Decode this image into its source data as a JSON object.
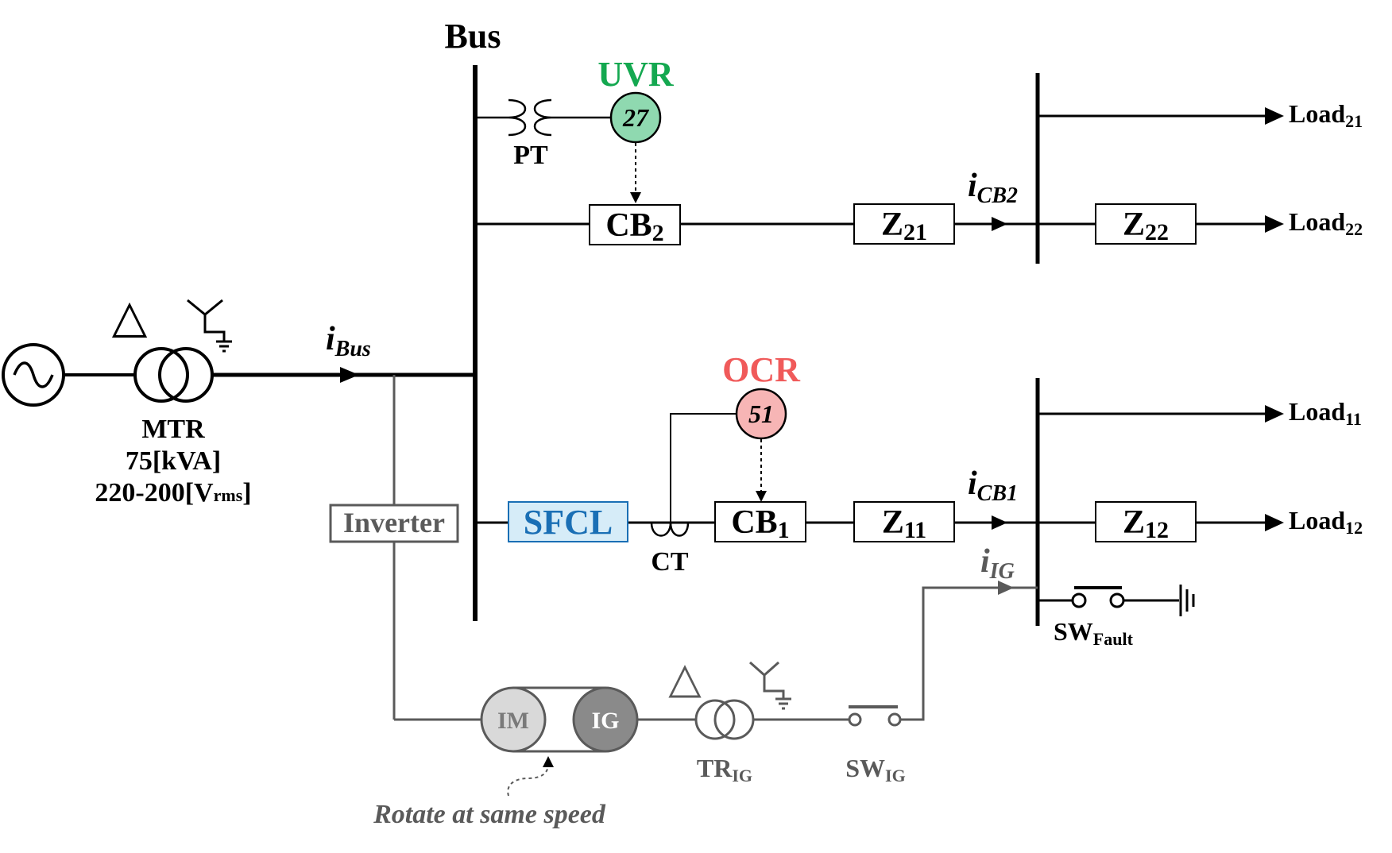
{
  "bus": {
    "label": "Bus"
  },
  "source": {
    "icon": "ac-source-icon"
  },
  "main_transformer": {
    "delta": "△",
    "name": "MTR",
    "rating": "75[kVA]",
    "voltage_main": "220-200[V",
    "voltage_sub": "rms",
    "voltage_close": "]"
  },
  "currents": {
    "bus_main": "i",
    "bus_sub": "Bus",
    "cb2_main": "i",
    "cb2_sub": "CB2",
    "cb1_main": "i",
    "cb1_sub": "CB1",
    "ig_main": "i",
    "ig_sub": "IG"
  },
  "relays": {
    "uvr": {
      "label": "UVR",
      "code": "27",
      "color": "#14a850",
      "fill": "#8fd9b0"
    },
    "ocr": {
      "label": "OCR",
      "code": "51",
      "color": "#f05a5a",
      "fill": "#f7b5b5"
    }
  },
  "instruments": {
    "pt": "PT",
    "ct": "CT"
  },
  "breakers": {
    "cb2_main": "CB",
    "cb2_sub": "2",
    "cb1_main": "CB",
    "cb1_sub": "1"
  },
  "impedances": {
    "z21_main": "Z",
    "z21_sub": "21",
    "z22_main": "Z",
    "z22_sub": "22",
    "z11_main": "Z",
    "z11_sub": "11",
    "z12_main": "Z",
    "z12_sub": "12"
  },
  "loads": {
    "l21_main": "Load",
    "l21_sub": "21",
    "l22_main": "Load",
    "l22_sub": "22",
    "l11_main": "Load",
    "l11_sub": "11",
    "l12_main": "Load",
    "l12_sub": "12"
  },
  "sfcl": {
    "label": "SFCL",
    "color": "#1a6fb5",
    "fill": "#d6ecf8"
  },
  "inverter": {
    "label": "Inverter"
  },
  "machines": {
    "im": "IM",
    "ig": "IG",
    "note": "Rotate at same speed"
  },
  "ig_transformer": {
    "delta": "△",
    "name_main": "TR",
    "name_sub": "IG"
  },
  "switches": {
    "sw_ig_main": "SW",
    "sw_ig_sub": "IG",
    "sw_fault_main": "SW",
    "sw_fault_sub": "Fault"
  },
  "colors": {
    "line": "#000000",
    "gray_line": "#5a5a5a",
    "gray_text": "#5a5a5a"
  }
}
